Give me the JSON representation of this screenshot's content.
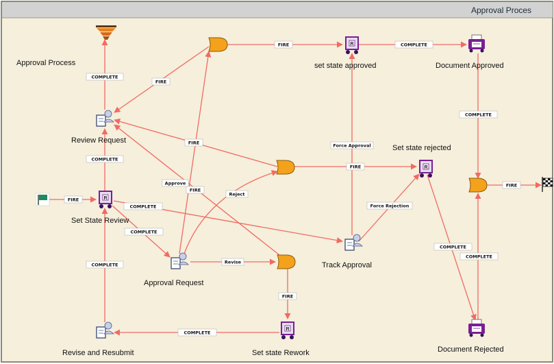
{
  "diagram": {
    "title": "Approval Proces",
    "colors": {
      "canvas": "#f5efdc",
      "frame_border": "#8a8a7a",
      "title_bar": "#cfcfcf",
      "edge": "#f26a62",
      "label_bg": "#ffffff",
      "label_border": "#b8b8b8",
      "node_purple": "#8a1f9e",
      "gateway_orange": "#f4a21c"
    },
    "nodes": {
      "start_flag": {
        "label": "",
        "icon": "flag-icon"
      },
      "process_end": {
        "label": "Approval Process",
        "icon": "funnel-icon"
      },
      "review_request": {
        "label": "Review Request",
        "icon": "document-person-icon"
      },
      "set_state_review": {
        "label": "Set State Review",
        "icon": "state-node-icon"
      },
      "approval_request": {
        "label": "Approval Request",
        "icon": "document-person-icon"
      },
      "revise_resubmit": {
        "label": "Revise and Resubmit",
        "icon": "document-person-icon"
      },
      "set_state_rework": {
        "label": "Set state Rework",
        "icon": "state-node-icon"
      },
      "set_state_approved": {
        "label": "set state approved",
        "icon": "state-node-icon"
      },
      "set_state_rejected": {
        "label": "Set state rejected",
        "icon": "state-node-icon"
      },
      "track_approval": {
        "label": "Track Approval",
        "icon": "document-person-icon"
      },
      "document_approved": {
        "label": "Document Approved",
        "icon": "printer-icon"
      },
      "document_rejected": {
        "label": "Document Rejected",
        "icon": "printer-icon"
      },
      "end_flag": {
        "label": "",
        "icon": "checkered-flag-icon"
      },
      "gateway_top": {
        "label": "",
        "icon": "or-gate-icon"
      },
      "gateway_middle": {
        "label": "",
        "icon": "or-gate-icon"
      },
      "gateway_rework": {
        "label": "",
        "icon": "or-gate-icon"
      },
      "gateway_right": {
        "label": "",
        "icon": "or-gate-icon"
      }
    },
    "edges": {
      "start_to_review": {
        "label": "FIRE"
      },
      "review_to_process": {
        "label": "COMPLETE"
      },
      "gateway_top_to_review": {
        "label": "FIRE"
      },
      "gateway_top_to_approved": {
        "label": "FIRE"
      },
      "approved_to_document": {
        "label": "COMPLETE"
      },
      "doc_approved_to_gateway": {
        "label": "COMPLETE"
      },
      "gateway_middle_to_review": {
        "label": "FIRE"
      },
      "gateway_middle_to_rejected": {
        "label": "FIRE"
      },
      "gateway_right_to_end": {
        "label": "FIRE"
      },
      "state_review_to_review": {
        "label": "COMPLETE"
      },
      "state_review_to_track": {
        "label": "COMPLETE"
      },
      "state_review_to_approval": {
        "label": "COMPLETE"
      },
      "approval_to_gateway_top": {
        "label": "Approve"
      },
      "approval_to_gateway_middle": {
        "label": "Reject"
      },
      "approval_to_gateway_rework": {
        "label": "Revise"
      },
      "gateway_rework_to_review": {
        "label": "FIRE"
      },
      "gateway_rework_to_state": {
        "label": "FIRE"
      },
      "rework_to_revise": {
        "label": "COMPLETE"
      },
      "revise_to_state_review": {
        "label": "COMPLETE"
      },
      "track_to_approved": {
        "label": "Force Approval"
      },
      "track_to_rejected": {
        "label": "Force Rejection"
      },
      "rejected_to_document": {
        "label": "COMPLETE"
      },
      "doc_rejected_to_gateway": {
        "label": "COMPLETE"
      }
    }
  }
}
